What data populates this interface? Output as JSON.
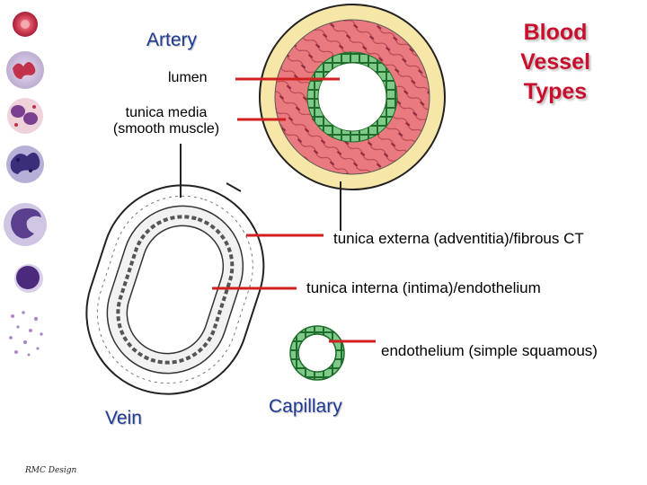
{
  "title": {
    "line1": "Blood",
    "line2": "Vessel",
    "line3": "Types"
  },
  "vessels": {
    "artery": "Artery",
    "vein": "Vein",
    "capillary": "Capillary"
  },
  "labels": {
    "lumen": "lumen",
    "tunica_media_line1": "tunica media",
    "tunica_media_line2": "(smooth muscle)",
    "tunica_externa": "tunica externa (adventitia)/fibrous CT",
    "tunica_interna": "tunica interna (intima)/endothelium",
    "endothelium": "endothelium (simple squamous)"
  },
  "credit": "RMC Design",
  "colors": {
    "title_red": "#c8102e",
    "vessel_blue": "#1f3a93",
    "leader_red": "#d21f1f",
    "tunica_externa_fill": "#f6e7a8",
    "tunica_media_fill": "#e97a80",
    "endothelium_green": "#3e9a4a",
    "blood_cell_red": "#c2324a",
    "wbc_purple": "#5a3f8e"
  },
  "icons": [
    "red-blood-cell-icon",
    "neutrophil-icon",
    "eosinophil-icon",
    "basophil-icon",
    "monocyte-icon",
    "lymphocyte-icon",
    "platelets-icon"
  ]
}
